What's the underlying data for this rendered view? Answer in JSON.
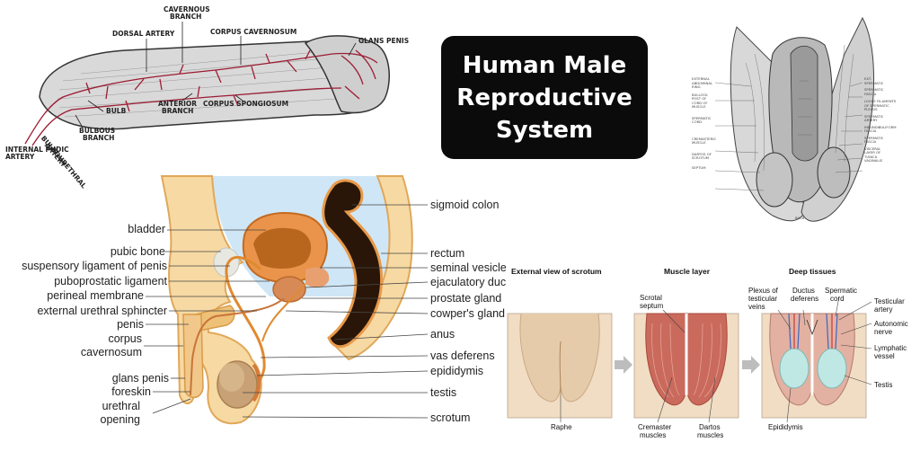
{
  "title": [
    "Human Male",
    "Reproductive",
    "System"
  ],
  "penis_diagram": {
    "labels": {
      "cavernous_branch_1": "CAVERNOUS",
      "cavernous_branch_2": "BRANCH",
      "dorsal_artery": "DORSAL ARTERY",
      "corpus_cavernosum": "CORPUS CAVERNOSUM",
      "glans_penis": "GLANS PENIS",
      "bulb": "BULB",
      "anterior_branch_1": "ANTERIOR",
      "anterior_branch_2": "BRANCH",
      "corpus_spongiosum": "CORPUS SPONGIOSUM",
      "bulbous_branch_1": "BULBOUS",
      "bulbous_branch_2": "BRANCH",
      "bulbourethral_1": "BULBOURETHRAL",
      "bulbourethral_2": "ARTERY",
      "internal_pudic_1": "INTERNAL PUDIC",
      "internal_pudic_2": "ARTERY"
    }
  },
  "sagittal": {
    "left_labels": [
      "bladder",
      "pubic bone",
      "suspensory ligament of penis",
      "puboprostatic ligament",
      "perineal membrane",
      "external urethral sphincter",
      "penis",
      "corpus",
      "cavernosum",
      "glans penis",
      "foreskin",
      "urethral",
      "opening"
    ],
    "right_labels": [
      "sigmoid colon",
      "rectum",
      "seminal vesicle",
      "ejaculatory duc",
      "prostate gland",
      "cowper's gland",
      "anus",
      "vas deferens",
      "epididymis",
      "testis",
      "scrotum"
    ]
  },
  "scrotum": {
    "panel_titles": [
      "External view of scrotum",
      "Muscle layer",
      "Deep tissues"
    ],
    "labels": {
      "raphe": "Raphe",
      "scrotal_septum_1": "Scrotal",
      "scrotal_septum_2": "septum",
      "cremaster_1": "Cremaster",
      "cremaster_2": "muscles",
      "dartos_1": "Dartos",
      "dartos_2": "muscles",
      "plexus_1": "Plexus of",
      "plexus_2": "testicular",
      "plexus_3": "veins",
      "ductus_1": "Ductus",
      "ductus_2": "deferens",
      "spermatic_1": "Spermatic",
      "spermatic_2": "cord",
      "testicular_artery_1": "Testicular",
      "testicular_artery_2": "artery",
      "autonomic_1": "Autonomic",
      "autonomic_2": "nerve",
      "lymphatic_1": "Lymphatic",
      "lymphatic_2": "vessel",
      "testis": "Testis",
      "epididymis": "Epididymis"
    }
  },
  "gray_plate": {
    "left_labels": [
      "EXTERNAL",
      "ABDOMINAL",
      "RING",
      "",
      "BULLOCK",
      "POST OF",
      "CORD OF",
      "MUSCLE",
      "",
      "SPERMATIC",
      "CORD",
      "",
      "CREMASTERIC",
      "MUSCLE",
      "",
      "DARTOS OF",
      "SCROTUM",
      "",
      "SEPTUM"
    ],
    "right_labels": [
      "EXT.",
      "SPERMATIC",
      "",
      "SPERMATIC",
      "FASCIA",
      "",
      "LOOSE FILAMENTS",
      "OF SPERMATIC",
      "PLEXUS",
      "",
      "SPERMATIC",
      "ARTERY",
      "",
      "INFUNDIBULIFORM",
      "FASCIA",
      "",
      "SPERMATIC",
      "FASCIA",
      "",
      "VISCERAL",
      "LAYER OF",
      "TUNICA",
      "VAGINALIS"
    ],
    "bottom_label": "BULB"
  },
  "colors": {
    "title_bg": "#0b0b0b",
    "artery": "#9c1c33",
    "skin": "#f5c27a",
    "bladder": "#e9944a",
    "rectum": "#2a1608",
    "scrotum_skin": "#f1ddc4",
    "muscle": "#c96a5c",
    "testis_fill": "#bfe8e4"
  }
}
